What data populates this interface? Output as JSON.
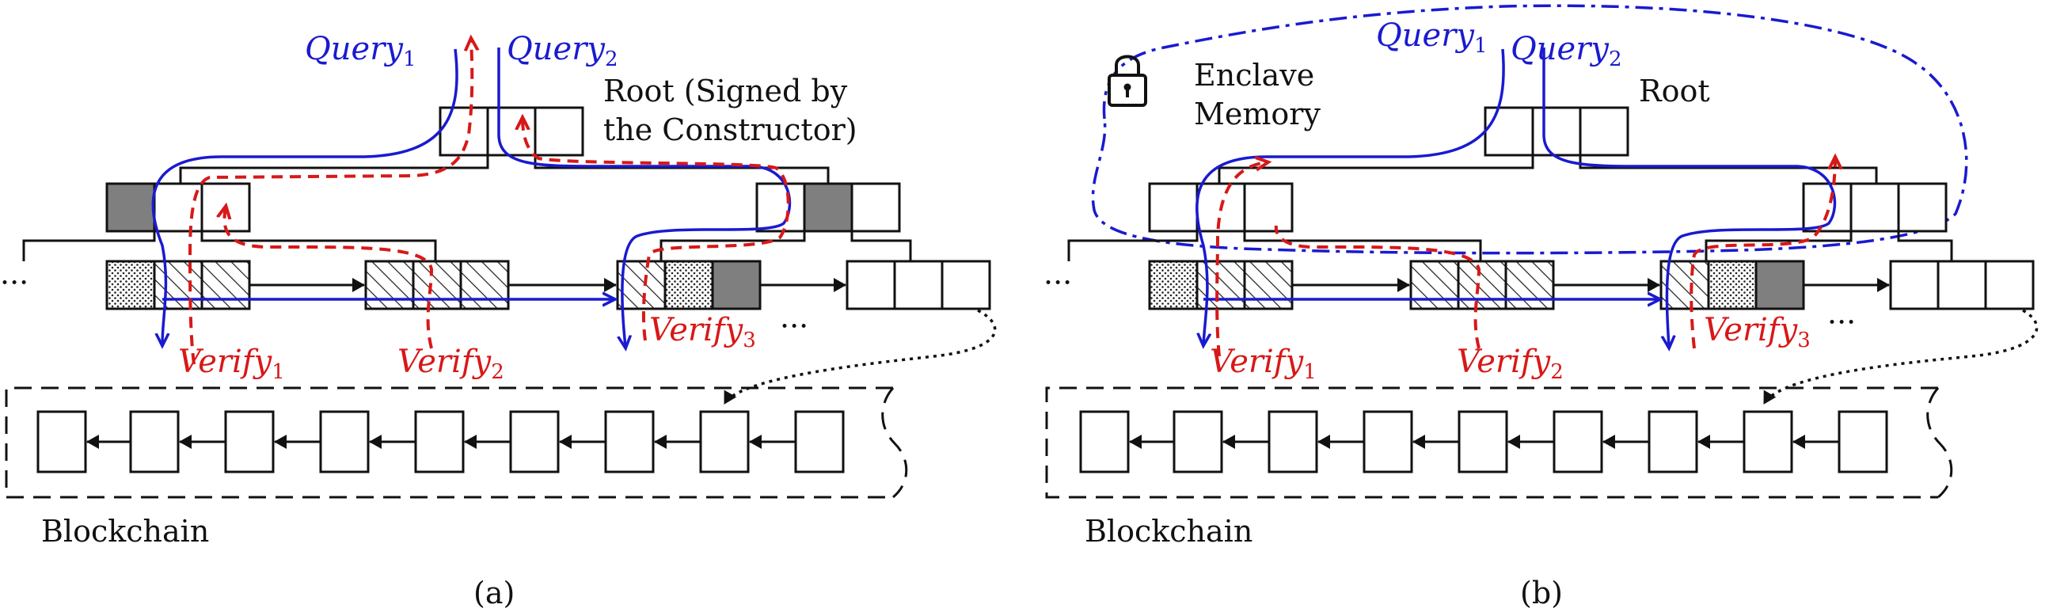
{
  "panels": [
    {
      "id": "a",
      "caption": "(a)",
      "root_label_line1": "Root (Signed by",
      "root_label_line2": "the Constructor)",
      "query1": "Query",
      "query1_sub": "1",
      "query2": "Query",
      "query2_sub": "2",
      "verify1": "Verify",
      "verify1_sub": "1",
      "verify2": "Verify",
      "verify2_sub": "2",
      "verify3": "Verify",
      "verify3_sub": "3",
      "blockchain_label": "Blockchain",
      "ellipsis_left": "···",
      "ellipsis_right": "···"
    },
    {
      "id": "b",
      "caption": "(b)",
      "root_label": "Root",
      "enclave_line1": "Enclave",
      "enclave_line2": "Memory",
      "query1": "Query",
      "query1_sub": "1",
      "query2": "Query",
      "query2_sub": "2",
      "verify1": "Verify",
      "verify1_sub": "1",
      "verify2": "Verify",
      "verify2_sub": "2",
      "verify3": "Verify",
      "verify3_sub": "3",
      "blockchain_label": "Blockchain",
      "ellipsis_left": "···",
      "ellipsis_right": "···",
      "lock_icon": "lock-icon"
    }
  ],
  "colors": {
    "query": "#1a1ad0",
    "verify": "#d81818",
    "enclave": "#1a1ad0",
    "gray_node": "#7f7f7f"
  }
}
